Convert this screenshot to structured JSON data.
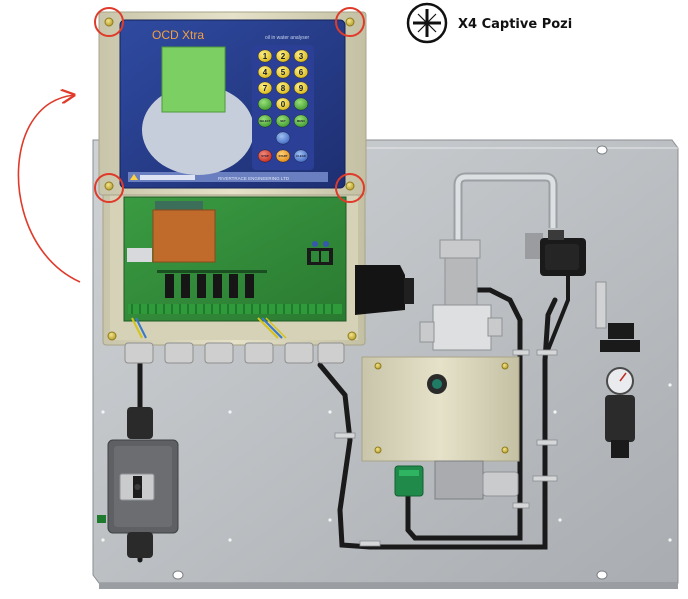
{
  "legend": {
    "icon": "pozi-screw-head-icon",
    "label": "X4 Captive Pozi"
  },
  "analyser": {
    "brand_title": "OCD Xtra",
    "subtitle": "oil in water analyser",
    "manufacturer": "RIVERTRACE ENGINEERING LTD",
    "keypad": {
      "digits": [
        "1",
        "2",
        "3",
        "4",
        "5",
        "6",
        "7",
        "8",
        "9"
      ],
      "zero": "0",
      "function_keys": [
        "SELECT",
        "SET",
        "MENU"
      ],
      "control_keys": [
        "STOP",
        "START",
        "CLEAR"
      ]
    }
  },
  "colors": {
    "callout_red": "#e03a2a",
    "panel_grey": "#b9bcc0",
    "lid_navy": "#263c8c",
    "pcb_green": "#2e8a38",
    "enclosure_beige": "#dcd8bd",
    "display_green": "#7ccf62"
  }
}
